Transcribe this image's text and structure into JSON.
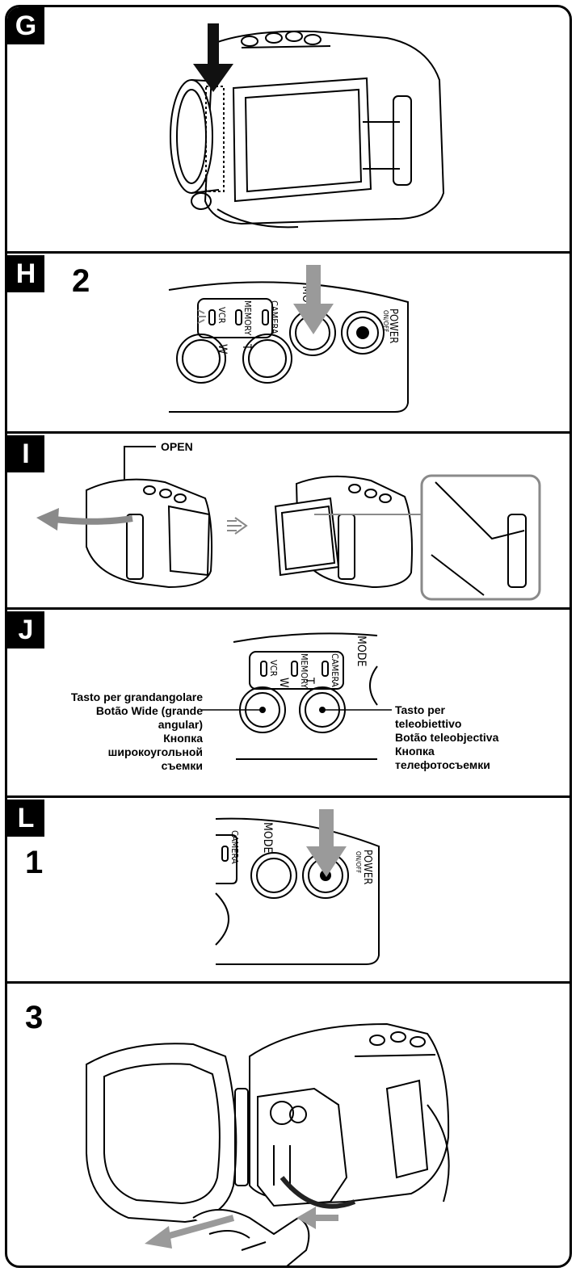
{
  "sections": {
    "g": {
      "badge": "G"
    },
    "h": {
      "badge": "H",
      "step": "2",
      "panel": {
        "vcr": "VCR",
        "memory": "MEMORY",
        "camera": "CAMERA",
        "mode": "MODE",
        "power": "POWER",
        "power_sub": "ON/OFF",
        "w": "W",
        "t": "T"
      }
    },
    "i": {
      "badge": "I",
      "open_label": "OPEN"
    },
    "j": {
      "badge": "J",
      "panel": {
        "vcr": "VCR",
        "memory": "MEMORY",
        "camera": "CAMERA",
        "mode": "MODE",
        "w": "W",
        "t": "T"
      },
      "wide_label": "Tasto per grandangolare\nBotão Wide (grande\nangular)\nКнопка\nширокоугольной\nсъемки",
      "tele_label": "Tasto per\nteleobiettivo\nBotão teleobjectiva\nКнопка\nтелефотосъемки"
    },
    "l": {
      "badge": "L",
      "step1": "1",
      "step3": "3",
      "panel": {
        "camera": "CAMERA",
        "mode": "MODE",
        "power": "POWER",
        "power_sub": "ON/OFF"
      }
    }
  },
  "colors": {
    "ink": "#000000",
    "arrow_black": "#111111",
    "arrow_gray": "#9a9a9a",
    "border_gray": "#8a8a8a"
  }
}
